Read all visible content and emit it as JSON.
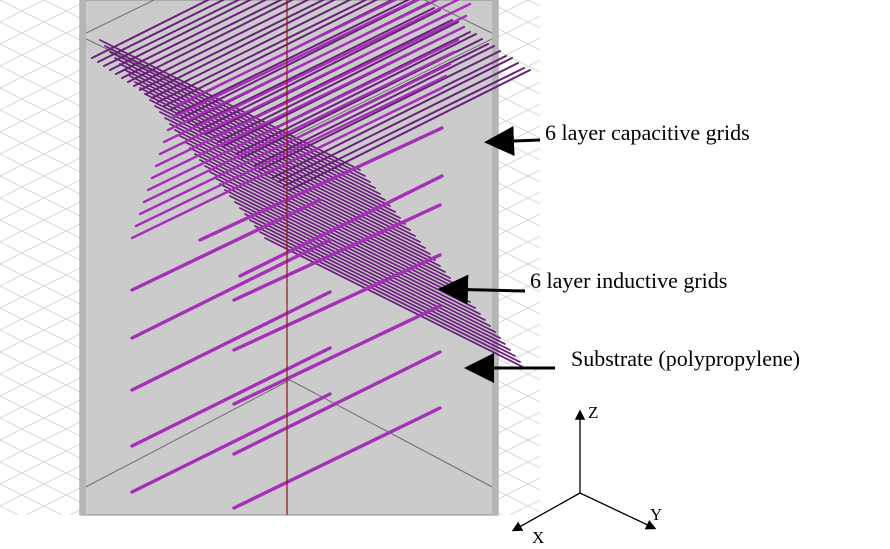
{
  "annotations": {
    "capacitive": "6 layer capacitive grids",
    "inductive": "6 layer inductive grids",
    "substrate": "Substrate (polypropylene)"
  },
  "axes": {
    "z": "Z",
    "x": "X",
    "y": "Y"
  },
  "colors": {
    "grid_wire": "#a52fb8",
    "grid_wire_dark": "#6a1f7a",
    "substrate_fill": "#cfcfcf",
    "background_mesh": "#d9d9d9",
    "center_axis": "#8b1a1a",
    "arrow": "#000000"
  }
}
